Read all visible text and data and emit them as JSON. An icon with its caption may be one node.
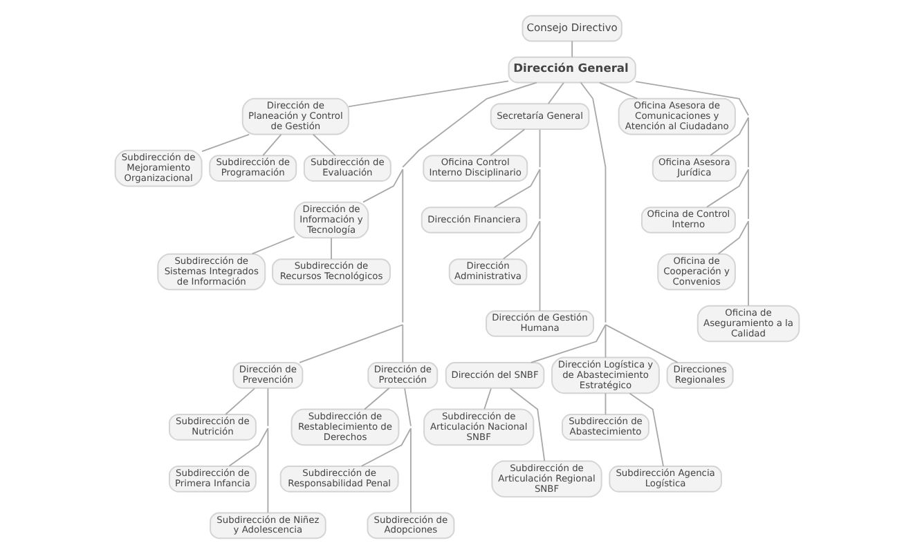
{
  "diagram": {
    "nodes": [
      {
        "text": [
          "Consejo Directivo"
        ]
      },
      {
        "text": [
          "Dirección General"
        ]
      },
      {
        "text": [
          "Dirección de Planeación y Control de Gestión"
        ]
      },
      {
        "text": [
          "Subdirección de Mejoramiento Organizacional"
        ]
      },
      {
        "text": [
          "Subdirección de Programación"
        ]
      },
      {
        "text": [
          "Subdirección de Evaluación"
        ]
      },
      {
        "text": [
          "Secretaría General"
        ]
      },
      {
        "text": [
          "Oficina Control Interno Disciplinario"
        ]
      },
      {
        "text": [
          "Dirección Financiera"
        ]
      },
      {
        "text": [
          "Dirección Administrativa"
        ]
      },
      {
        "text": [
          "Dirección de Gestión Humana"
        ]
      },
      {
        "text": [
          "Oficina Asesora de Comunicaciones y Atención al Ciudadano"
        ]
      },
      {
        "text": [
          "Oficina Asesora Jurídica"
        ]
      },
      {
        "text": [
          "Oficina de Control Interno"
        ]
      },
      {
        "text": [
          "Oficina de Cooperación y Convenios"
        ]
      },
      {
        "text": [
          "Oficina de Aseguramiento a la Calidad"
        ]
      },
      {
        "text": [
          "Dirección de Información y Tecnología"
        ]
      },
      {
        "text": [
          "Subdirección de Sistemas Integrados de Información"
        ]
      },
      {
        "text": [
          "Subdirección de Recursos Tecnológicos"
        ]
      },
      {
        "text": [
          "Dirección de Prevención"
        ]
      },
      {
        "text": [
          "Subdirección de Nutrición"
        ]
      },
      {
        "text": [
          "Subdirección de Primera Infancia"
        ]
      },
      {
        "text": [
          "Subdirección de Niñez y Adolescencia"
        ]
      },
      {
        "text": [
          "Dirección de Protección"
        ]
      },
      {
        "text": [
          "Subdirección de Restablecimiento de Derechos"
        ]
      },
      {
        "text": [
          "Subdirección de Responsabilidad Penal"
        ]
      },
      {
        "text": [
          "Subdirección de Adopciones"
        ]
      },
      {
        "text": [
          "Dirección del SNBF"
        ]
      },
      {
        "text": [
          "Subdirección de Articulación Nacional SNBF"
        ]
      },
      {
        "text": [
          "Subdirección de Articulación Regional SNBF"
        ]
      },
      {
        "text": [
          "Dirección Logística y de Abastecimiento Estratégico"
        ]
      },
      {
        "text": [
          "Subdirección de Abastecimiento"
        ]
      },
      {
        "text": [
          "Subdirección Agencia Logística"
        ]
      },
      {
        "text": [
          "Direcciones Regionales"
        ]
      }
    ],
    "edges": [
      {
        "from": 0,
        "to": 1,
        "arrow": "none"
      },
      {
        "from": 1,
        "to": 2,
        "arrow": "none"
      },
      {
        "from": 2,
        "to": 3,
        "arrow": "none"
      },
      {
        "from": 2,
        "to": 4,
        "arrow": "none"
      },
      {
        "from": 2,
        "to": 5,
        "arrow": "none"
      },
      {
        "from": 1,
        "to": 16,
        "arrow": "none"
      },
      {
        "from": 16,
        "to": 17,
        "arrow": "none"
      },
      {
        "from": 16,
        "to": 18,
        "arrow": "none"
      },
      {
        "from": 1,
        "to": 19,
        "arrow": "none"
      },
      {
        "from": 19,
        "to": 20,
        "arrow": "none"
      },
      {
        "from": 19,
        "to": 21,
        "arrow": "none"
      },
      {
        "from": 19,
        "to": 22,
        "arrow": "none"
      },
      {
        "from": 1,
        "to": 23,
        "arrow": "none"
      },
      {
        "from": 23,
        "to": 24,
        "arrow": "none"
      },
      {
        "from": 23,
        "to": 25,
        "arrow": "none"
      },
      {
        "from": 23,
        "to": 26,
        "arrow": "none"
      },
      {
        "from": 1,
        "to": 6,
        "arrow": "none"
      },
      {
        "from": 6,
        "to": 7,
        "arrow": "none"
      },
      {
        "from": 6,
        "to": 8,
        "arrow": "none"
      },
      {
        "from": 6,
        "to": 9,
        "arrow": "none"
      },
      {
        "from": 6,
        "to": 10,
        "arrow": "none"
      },
      {
        "from": 1,
        "to": 27,
        "arrow": "none"
      },
      {
        "from": 27,
        "to": 28,
        "arrow": "none"
      },
      {
        "from": 27,
        "to": 29,
        "arrow": "none"
      },
      {
        "from": 1,
        "to": 30,
        "arrow": "none"
      },
      {
        "from": 30,
        "to": 31,
        "arrow": "none"
      },
      {
        "from": 30,
        "to": 32,
        "arrow": "none"
      },
      {
        "from": 1,
        "to": 33,
        "arrow": "none"
      },
      {
        "from": 1,
        "to": 11,
        "arrow": "none"
      },
      {
        "from": 1,
        "to": 12,
        "arrow": "none"
      },
      {
        "from": 1,
        "to": 13,
        "arrow": "none"
      },
      {
        "from": 1,
        "to": 14,
        "arrow": "none"
      },
      {
        "from": 1,
        "to": 15,
        "arrow": "none"
      }
    ]
  }
}
